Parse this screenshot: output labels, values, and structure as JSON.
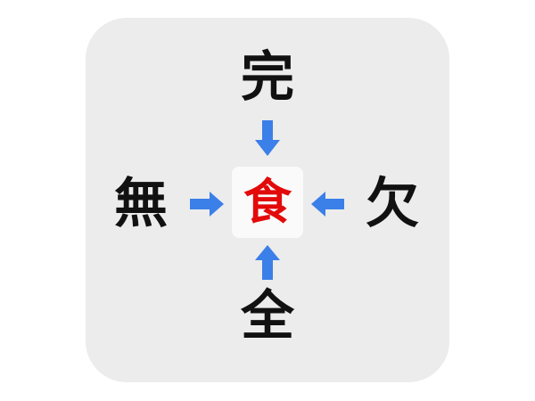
{
  "puzzle": {
    "top": "完",
    "left": "無",
    "right": "欠",
    "bottom": "全",
    "center": "食"
  },
  "colors": {
    "panel": "#ececec",
    "arrow": "#3b7fe8",
    "center_text": "#e30a0a",
    "text": "#111111"
  },
  "icons": {
    "arrow_top": "arrow-down-icon",
    "arrow_left": "arrow-right-icon",
    "arrow_right": "arrow-left-icon",
    "arrow_bottom": "arrow-up-icon"
  }
}
